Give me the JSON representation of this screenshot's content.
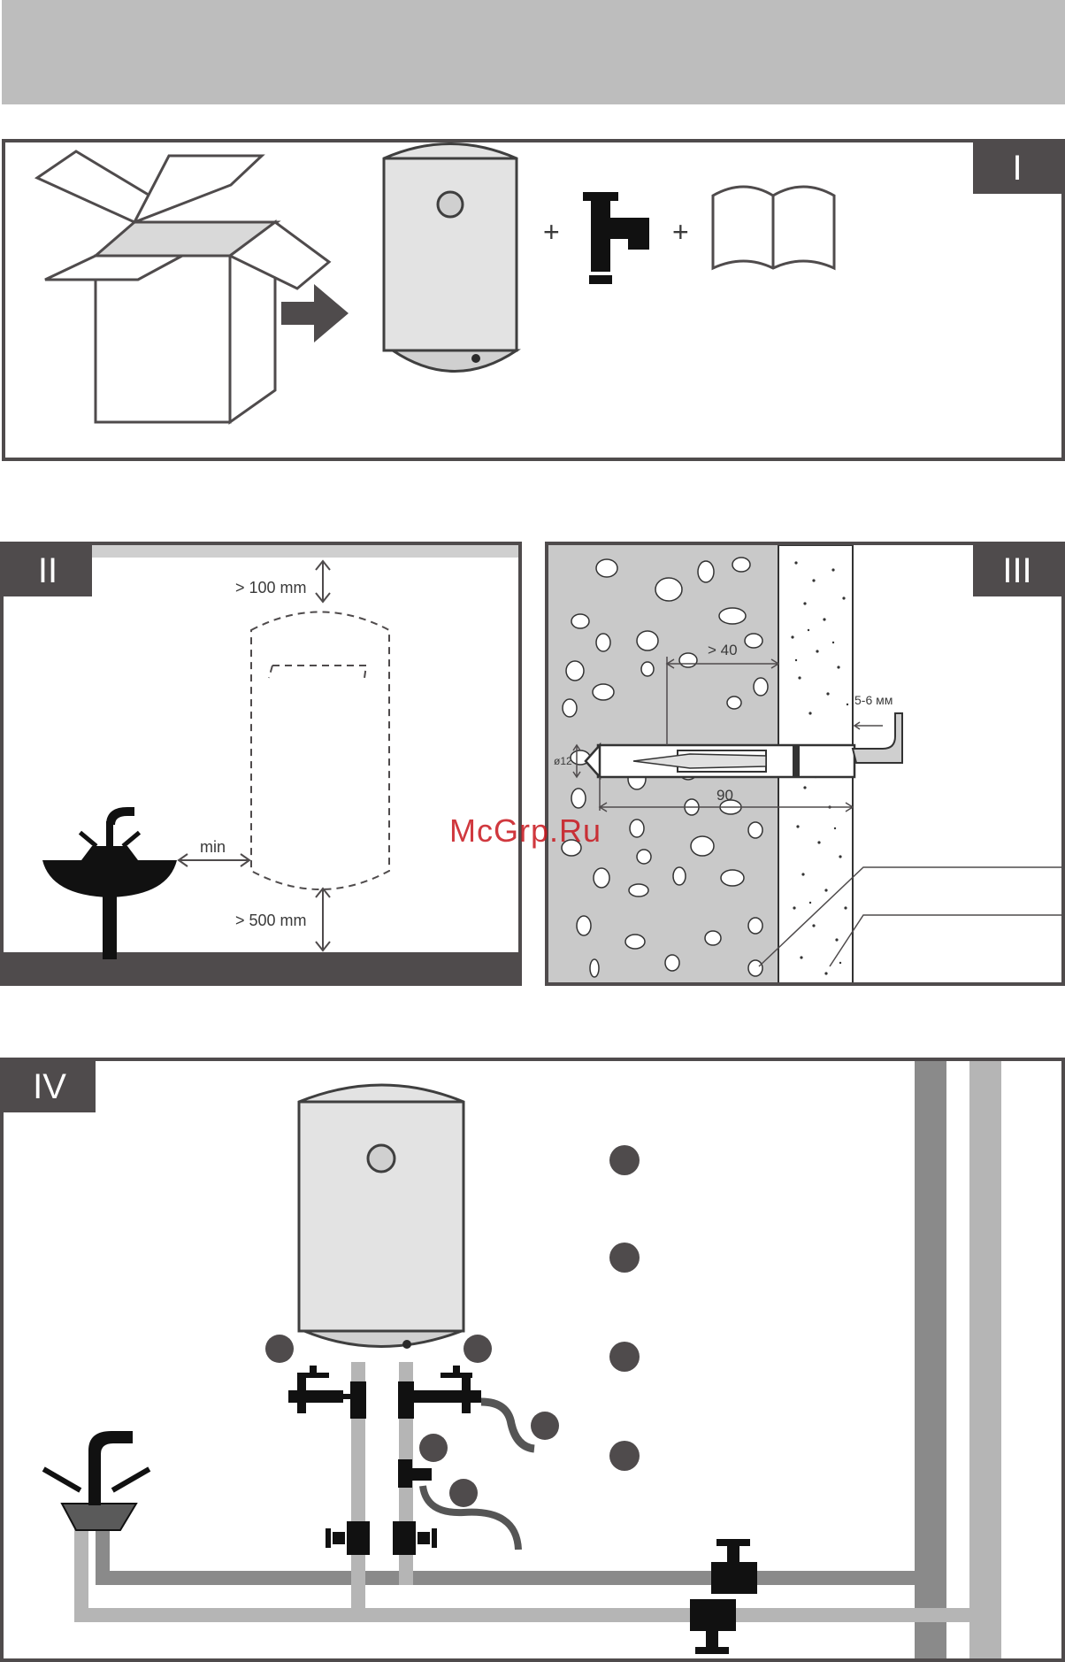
{
  "panels": {
    "p1": {
      "tag": "I"
    },
    "p2": {
      "tag": "II",
      "gap_top": "> 100 mm",
      "gap_bottom": "> 500 mm",
      "gap_side": "min"
    },
    "p3": {
      "tag": "III",
      "depth_min": "> 40",
      "diameter": "ø12",
      "length": "90",
      "gap": "5-6 мм"
    },
    "p4": {
      "tag": "IV"
    }
  },
  "plus_signs": [
    "+",
    "+"
  ],
  "watermark": "McGrp.Ru",
  "colors": {
    "frame": "#4f4b4c",
    "tank_body": "#e3e3e3",
    "header": "#bdbdbd",
    "concrete": "#c9c9c9",
    "pipe_dark": "#8a8a8a",
    "pipe_light": "#b5b5b5",
    "watermark": "#c8161d"
  }
}
